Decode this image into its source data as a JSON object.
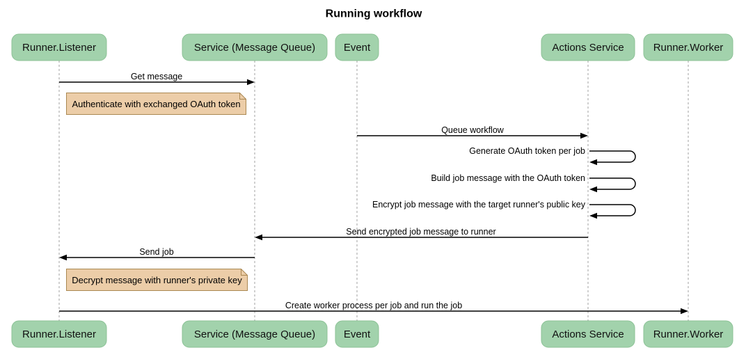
{
  "title": "Running workflow",
  "diagram_type": "sequence",
  "colors": {
    "background": "#ffffff",
    "actor_fill": "#A2D2AC",
    "actor_border": "#8CC296",
    "note_fill": "#ECCDA8",
    "note_border": "#AA8852",
    "lifeline": "#A0A0A0",
    "arrow": "#000000",
    "text": "#000000"
  },
  "actors": [
    {
      "id": "runner-listener",
      "label": "Runner.Listener"
    },
    {
      "id": "service-mq",
      "label": "Service (Message Queue)"
    },
    {
      "id": "event",
      "label": "Event"
    },
    {
      "id": "actions-service",
      "label": "Actions Service"
    },
    {
      "id": "runner-worker",
      "label": "Runner.Worker"
    }
  ],
  "messages": [
    {
      "label": "Get message",
      "from": "Runner.Listener",
      "to": "Service (Message Queue)",
      "kind": "solid-arrow"
    },
    {
      "label": "Queue workflow",
      "from": "Event",
      "to": "Actions Service",
      "kind": "solid-arrow"
    },
    {
      "label": "Generate OAuth token per job",
      "from": "Actions Service",
      "to": "Actions Service",
      "kind": "self-loop"
    },
    {
      "label": "Build job message with the OAuth token",
      "from": "Actions Service",
      "to": "Actions Service",
      "kind": "self-loop"
    },
    {
      "label": "Encrypt job message with the target runner's public key",
      "from": "Actions Service",
      "to": "Actions Service",
      "kind": "self-loop"
    },
    {
      "label": "Send encrypted job message to runner",
      "from": "Actions Service",
      "to": "Service (Message Queue)",
      "kind": "solid-arrow"
    },
    {
      "label": "Send job",
      "from": "Service (Message Queue)",
      "to": "Runner.Listener",
      "kind": "solid-arrow"
    },
    {
      "label": "Create worker process per job and run the job",
      "from": "Runner.Listener",
      "to": "Runner.Worker",
      "kind": "solid-arrow"
    }
  ],
  "notes": [
    {
      "text": "Authenticate with exchanged OAuth token",
      "near": "Runner.Listener"
    },
    {
      "text": "Decrypt message with runner's private key",
      "near": "Runner.Listener"
    }
  ]
}
